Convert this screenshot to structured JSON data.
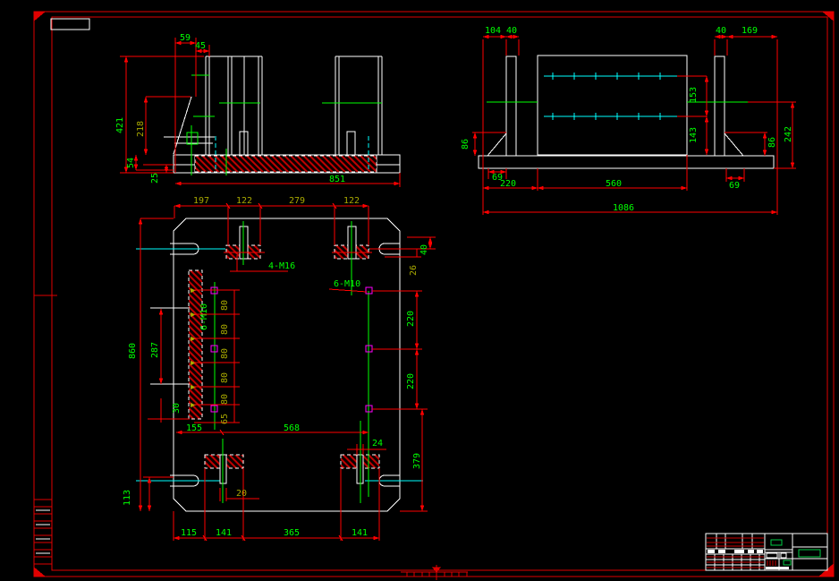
{
  "drawing": {
    "kind": "CAD engineering drawing, three orthographic views of a welded base/bracket assembly with dimensioned title block",
    "background": "#000000"
  },
  "colors": {
    "frame_red": "#e00000",
    "dim_red": "#ff0000",
    "geometry_white": "#ffffff",
    "centerline_green": "#00ff00",
    "alt_text_olive": "#a8a800",
    "hatch_red": "#c00000",
    "slot_cyan": "#00ffff",
    "hole_magenta": "#ff00ff",
    "highlight_green_box": "#00cc44"
  },
  "front_view": {
    "dim_59": "59",
    "dim_45": "45",
    "dim_421": "421",
    "dim_218": "218",
    "dim_54": "54",
    "dim_25": "25",
    "dim_851": "851"
  },
  "side_view": {
    "dim_104": "104",
    "dim_40_left": "40",
    "dim_40_right": "40",
    "dim_169": "169",
    "dim_153": "153",
    "dim_143": "143",
    "dim_86_left": "86",
    "dim_86_right": "86",
    "dim_242": "242",
    "dim_69_left": "69",
    "dim_220": "220",
    "dim_560": "560",
    "dim_69_right": "69",
    "dim_1086": "1086"
  },
  "plan_view": {
    "dim_197": "197",
    "dim_122_a": "122",
    "dim_279": "279",
    "dim_122_b": "122",
    "dim_40": "40",
    "dim_26": "26",
    "dim_220_a": "220",
    "dim_220_b": "220",
    "dim_379": "379",
    "dim_860": "860",
    "dim_287": "287",
    "dim_30": "30",
    "dim_113": "113",
    "dim_155": "155",
    "dim_568": "568",
    "dim_80_1": "80",
    "dim_80_2": "80",
    "dim_80_3": "80",
    "dim_80_4": "80",
    "dim_80_5": "80",
    "dim_65": "65",
    "dim_115": "115",
    "dim_141_a": "141",
    "dim_365": "365",
    "dim_141_b": "141",
    "dim_24": "24",
    "dim_20": "20",
    "label_4_m16": "4-M16",
    "label_6_m10": "6-M10",
    "label_6_m10_left": "6-M10"
  }
}
